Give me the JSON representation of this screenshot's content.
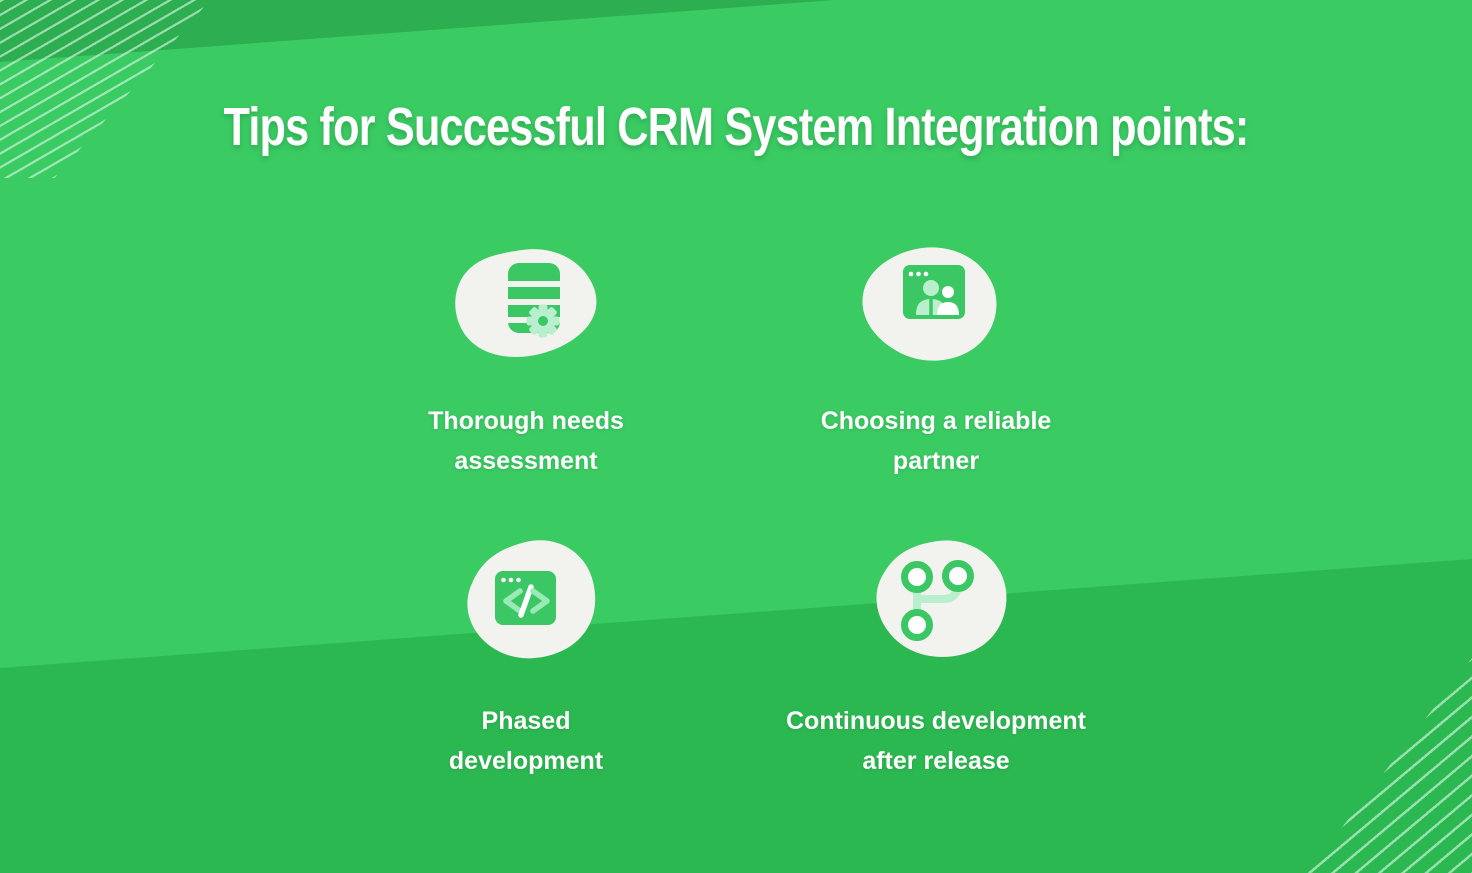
{
  "title": "Tips for Successful CRM System Integration points:",
  "items": [
    {
      "icon": "database-gear-icon",
      "line1": "Thorough needs",
      "line2": "assessment"
    },
    {
      "icon": "team-window-icon",
      "line1": "Choosing a reliable",
      "line2": "partner"
    },
    {
      "icon": "code-window-icon",
      "line1": "Phased",
      "line2": "development"
    },
    {
      "icon": "git-branch-icon",
      "line1": "Continuous development",
      "line2": "after release"
    }
  ],
  "colors": {
    "background_main": "#3bcb63",
    "background_top_wedge": "#2dae51",
    "background_bottom_band": "#2cb851",
    "corner_stripes": "#c8f3d8",
    "blob_fill": "#f2f2ee",
    "icon_green": "#3bc763",
    "icon_mint": "#b9efcd",
    "icon_mint_bright": "#9ce9b8",
    "text": "#ffffff"
  }
}
